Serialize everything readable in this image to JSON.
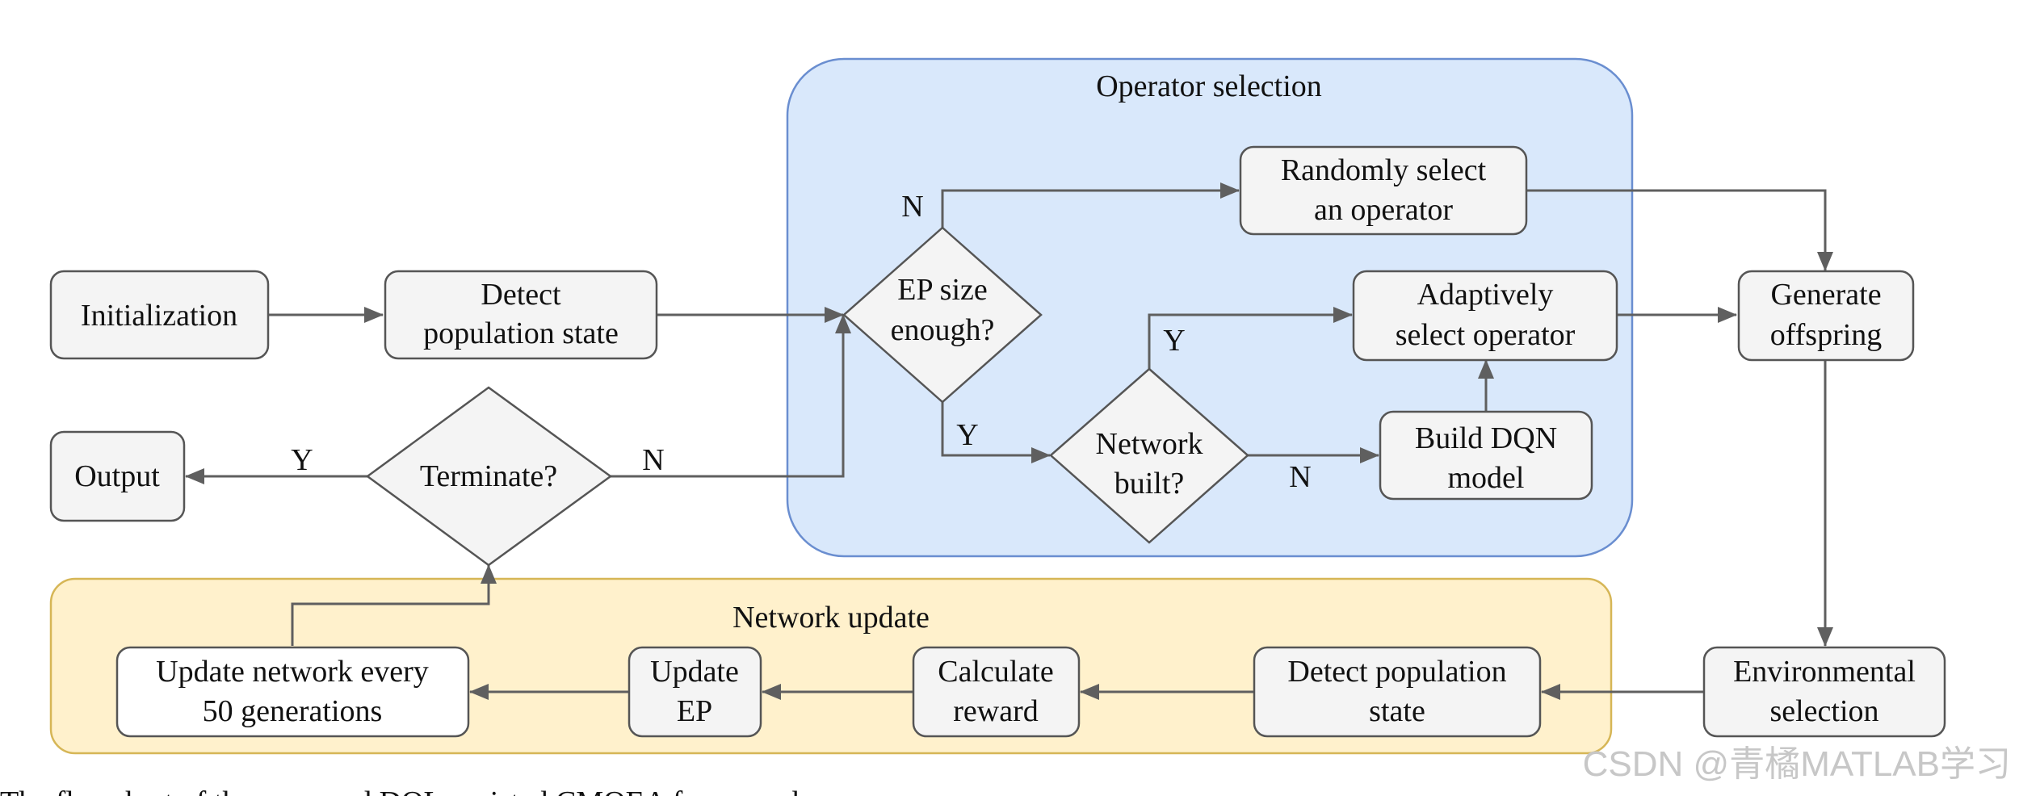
{
  "regions": {
    "operator_selection": {
      "label": "Operator selection",
      "fill": "#d9e8fb",
      "stroke": "#6a8ed0"
    },
    "network_update": {
      "label": "Network update",
      "fill": "#fff1cc",
      "stroke": "#d6b656"
    }
  },
  "nodes": {
    "initialization": {
      "lines": [
        "Initialization"
      ]
    },
    "detect_population_state": {
      "lines": [
        "Detect",
        "population state"
      ]
    },
    "ep_size_enough": {
      "lines": [
        "EP size",
        "enough?"
      ]
    },
    "randomly_select_operator": {
      "lines": [
        "Randomly select",
        "an operator"
      ]
    },
    "adaptively_select_operator": {
      "lines": [
        "Adaptively",
        "select operator"
      ]
    },
    "network_built": {
      "lines": [
        "Network",
        "built?"
      ]
    },
    "build_dqn_model": {
      "lines": [
        "Build DQN",
        "model"
      ]
    },
    "generate_offspring": {
      "lines": [
        "Generate",
        "offspring"
      ]
    },
    "environmental_selection": {
      "lines": [
        "Environmental",
        "selection"
      ]
    },
    "detect_population_state_2": {
      "lines": [
        "Detect population",
        "state"
      ]
    },
    "calculate_reward": {
      "lines": [
        "Calculate",
        "reward"
      ]
    },
    "update_ep": {
      "lines": [
        "Update",
        "EP"
      ]
    },
    "update_network": {
      "lines": [
        "Update network every",
        "50 generations"
      ]
    },
    "terminate": {
      "lines": [
        "Terminate?"
      ]
    },
    "output": {
      "lines": [
        "Output"
      ]
    }
  },
  "edge_labels": {
    "ep_no": "N",
    "ep_yes": "Y",
    "network_built_yes": "Y",
    "network_built_no": "N",
    "terminate_yes": "Y",
    "terminate_no": "N"
  },
  "caption": "The flowchart of the proposed DQL-assisted CMOEA framework.",
  "watermark": "CSDN @青橘MATLAB学习"
}
